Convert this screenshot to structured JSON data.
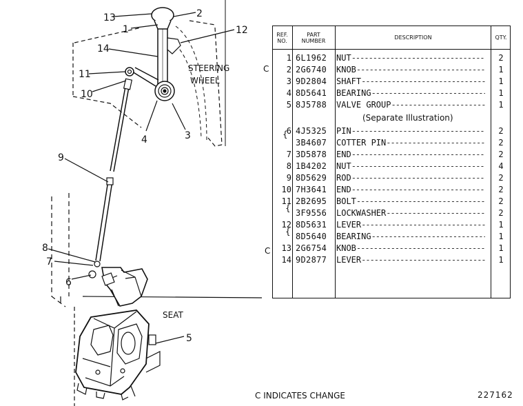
{
  "illustration": {
    "labels": {
      "steering": "STEERING",
      "wheel": "WHEEL",
      "seat": "SEAT"
    },
    "callouts": [
      "13",
      "2",
      "1",
      "12",
      "14",
      "11",
      "10",
      "4",
      "3",
      "9",
      "8",
      "7",
      "6",
      "5"
    ]
  },
  "table": {
    "headers": {
      "ref_line1": "REF.",
      "ref_line2": "NO.",
      "part_line1": "PART",
      "part_line2": "NUMBER",
      "description": "DESCRIPTION",
      "qty": "QTY."
    },
    "rows": [
      {
        "ref": "1",
        "part": "6L1962",
        "desc": "NUT",
        "qty": "2",
        "change": ""
      },
      {
        "ref": "2",
        "part": "2G6740",
        "desc": "KNOB",
        "qty": "1",
        "change": "C"
      },
      {
        "ref": "3",
        "part": "9D2804",
        "desc": "SHAFT",
        "qty": "1",
        "change": ""
      },
      {
        "ref": "4",
        "part": "8D5641",
        "desc": "BEARING",
        "qty": "1",
        "change": ""
      },
      {
        "ref": "5",
        "part": "8J5788",
        "desc": "VALVE GROUP",
        "qty": "1",
        "change": ""
      },
      {
        "ref": "6",
        "part": "4J5325",
        "desc": "PIN",
        "qty": "2",
        "change": ""
      },
      {
        "ref": "",
        "part": "3B4607",
        "desc": "COTTER PIN",
        "qty": "2",
        "change": ""
      },
      {
        "ref": "7",
        "part": "3D5878",
        "desc": "END",
        "qty": "2",
        "change": ""
      },
      {
        "ref": "8",
        "part": "1B4202",
        "desc": "NUT",
        "qty": "4",
        "change": ""
      },
      {
        "ref": "9",
        "part": "8D5629",
        "desc": "ROD",
        "qty": "2",
        "change": ""
      },
      {
        "ref": "10",
        "part": "7H3641",
        "desc": "END",
        "qty": "2",
        "change": ""
      },
      {
        "ref": "11",
        "part": "2B2695",
        "desc": "BOLT",
        "qty": "2",
        "change": ""
      },
      {
        "ref": "",
        "part": "3F9556",
        "desc": "LOCKWASHER",
        "qty": "2",
        "change": ""
      },
      {
        "ref": "12",
        "part": "8D5631",
        "desc": "LEVER",
        "qty": "1",
        "change": ""
      },
      {
        "ref": "",
        "part": "8D5640",
        "desc": "BEARING",
        "qty": "1",
        "change": ""
      },
      {
        "ref": "13",
        "part": "2G6754",
        "desc": "KNOB",
        "qty": "1",
        "change": "C"
      },
      {
        "ref": "14",
        "part": "9D2877",
        "desc": "LEVER",
        "qty": "1",
        "change": ""
      }
    ],
    "separate_illustration_note": "(Separate Illustration)"
  },
  "footer": {
    "change_note": "C INDICATES CHANGE",
    "figure_number": "227162"
  }
}
